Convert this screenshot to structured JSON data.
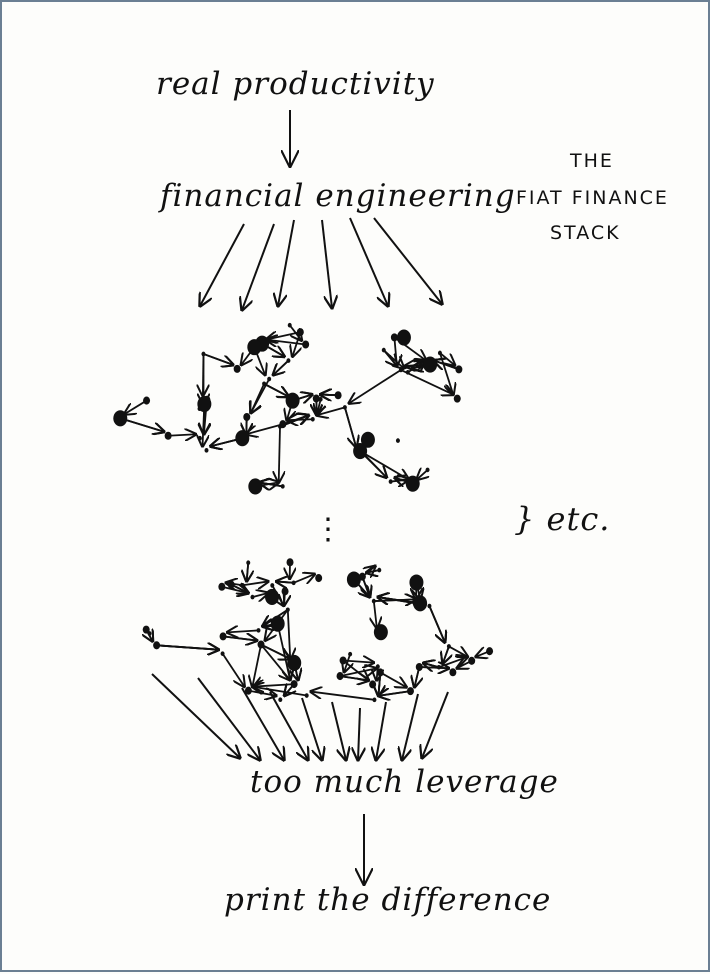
{
  "nodes": {
    "real_productivity": "real productivity",
    "financial_engineering": "financial engineering",
    "too_much_leverage": "too much leverage",
    "print_the_difference": "print the difference"
  },
  "title": {
    "line1": "THE",
    "line2": "FIAT FINANCE",
    "line3": "STACK"
  },
  "etc_label": "} etc.",
  "ellipsis": "⋮"
}
